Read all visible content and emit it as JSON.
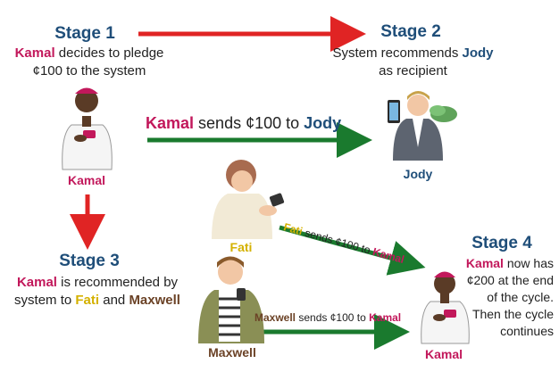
{
  "stage1": {
    "title": "Stage 1",
    "kamal": "Kamal",
    "line1_rest": "decides to pledge",
    "line2": "¢100 to the system"
  },
  "stage2": {
    "title": "Stage 2",
    "line1_pre": "System recommends",
    "jody": "Jody",
    "line2": "as recipient"
  },
  "stage3": {
    "title": "Stage 3",
    "kamal": "Kamal",
    "line1_rest": "is recommended by",
    "line2_pre": "system to",
    "fati": "Fati",
    "and": "and",
    "maxwell": "Maxwell"
  },
  "stage4": {
    "title": "Stage 4",
    "kamal": "Kamal",
    "line1_rest": "now has",
    "line2": "¢200 at the end",
    "line3": "of the cycle.",
    "line4": "Then the cycle",
    "line5": "continues"
  },
  "arrows": {
    "kamal_to_jody": {
      "name": "Kamal",
      "text": "sends ¢100 to",
      "target": "Jody"
    },
    "fati_to_kamal": {
      "name": "Fati",
      "text": "sends ¢100 to",
      "target": "Kamal"
    },
    "maxwell_to_kamal": {
      "name": "Maxwell",
      "text": "sends ¢100 to",
      "target": "Kamal"
    }
  },
  "people": {
    "kamal_top": "Kamal",
    "jody": "Jody",
    "fati": "Fati",
    "maxwell": "Maxwell",
    "kamal_bottom": "Kamal"
  },
  "colors": {
    "red_arrow": "#e02424",
    "green_arrow": "#1a7a2e",
    "kamal": "#c2185b",
    "jody": "#1f4e79",
    "fati": "#d4b100",
    "maxwell": "#6b4226"
  }
}
